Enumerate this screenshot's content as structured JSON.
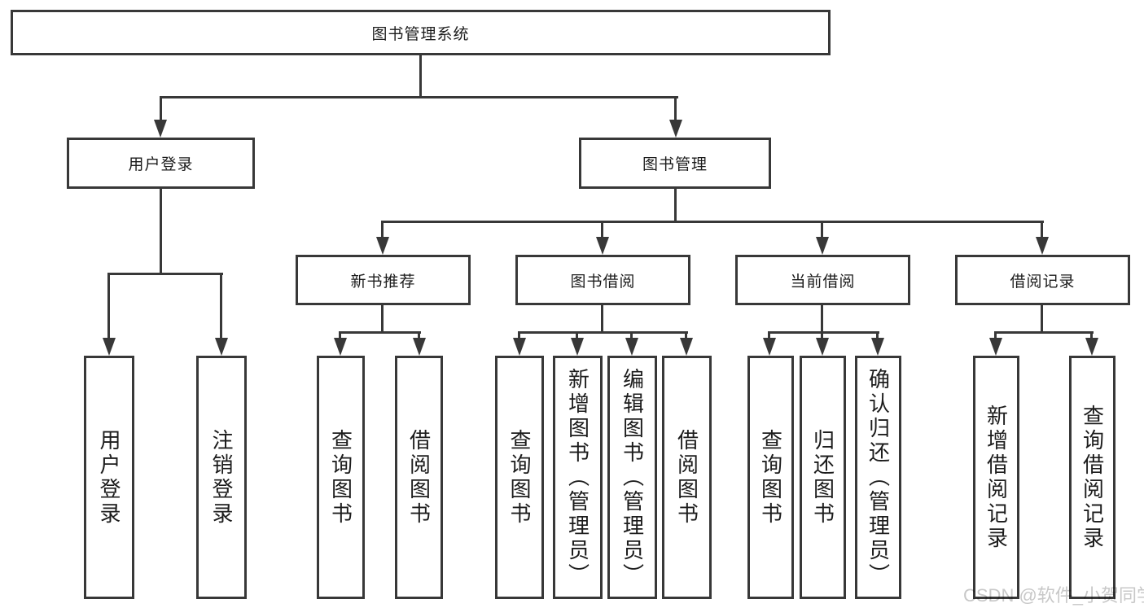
{
  "tree": {
    "root": {
      "label": "图书管理系统"
    },
    "branches": [
      {
        "label": "用户登录",
        "leaves": [
          {
            "label": "用户登录"
          },
          {
            "label": "注销登录"
          }
        ]
      },
      {
        "label": "图书管理",
        "sections": [
          {
            "label": "新书推荐",
            "leaves": [
              {
                "label": "查询图书"
              },
              {
                "label": "借阅图书"
              }
            ]
          },
          {
            "label": "图书借阅",
            "leaves": [
              {
                "label": "查询图书"
              },
              {
                "label": "新增图书（管理员）"
              },
              {
                "label": "编辑图书（管理员）"
              },
              {
                "label": "借阅图书"
              }
            ]
          },
          {
            "label": "当前借阅",
            "leaves": [
              {
                "label": "查询图书"
              },
              {
                "label": "归还图书"
              },
              {
                "label": "确认归还（管理员）"
              }
            ]
          },
          {
            "label": "借阅记录",
            "leaves": [
              {
                "label": "新增借阅记录"
              },
              {
                "label": "查询借阅记录"
              }
            ]
          }
        ]
      }
    ]
  },
  "watermark": {
    "text": "CSDN @软件_小贺同学"
  },
  "colors": {
    "line": "#383838",
    "text": "#1c1c1c",
    "box_bg": "#ffffff",
    "watermark": "#c8c8c8"
  }
}
